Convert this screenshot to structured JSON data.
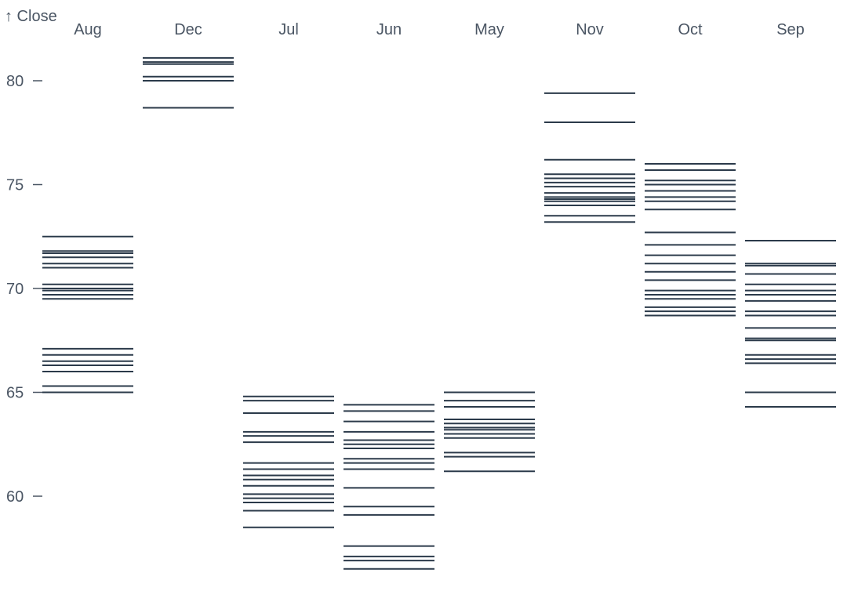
{
  "chart_data": {
    "type": "tickplot",
    "title": "",
    "ylabel": "↑ Close",
    "xlabel": "",
    "categories": [
      "Aug",
      "Dec",
      "Jul",
      "Jun",
      "May",
      "Nov",
      "Oct",
      "Sep"
    ],
    "y_ticks": [
      60,
      65,
      70,
      75,
      80
    ],
    "ylim": [
      56.5,
      82
    ],
    "grid": false,
    "mark_color": "#2b3a4a",
    "axis_color": "#4a5563",
    "series": [
      {
        "name": "Aug",
        "values": [
          72.5,
          71.8,
          71.7,
          71.5,
          71.2,
          71.0,
          70.2,
          70.0,
          69.9,
          69.7,
          69.5,
          67.1,
          66.8,
          66.5,
          66.3,
          66.0,
          65.3,
          65.0
        ]
      },
      {
        "name": "Dec",
        "values": [
          81.1,
          80.9,
          80.8,
          80.2,
          80.0,
          78.7
        ]
      },
      {
        "name": "Jul",
        "values": [
          64.8,
          64.6,
          64.0,
          63.1,
          62.9,
          62.6,
          61.6,
          61.3,
          61.0,
          60.8,
          60.5,
          60.1,
          59.9,
          59.7,
          59.3,
          58.5
        ]
      },
      {
        "name": "Jun",
        "values": [
          64.4,
          64.1,
          63.6,
          63.1,
          62.7,
          62.5,
          62.3,
          61.8,
          61.6,
          61.3,
          60.4,
          59.5,
          59.1,
          57.6,
          57.1,
          56.9,
          56.5
        ]
      },
      {
        "name": "May",
        "values": [
          65.0,
          64.6,
          64.3,
          63.7,
          63.5,
          63.3,
          63.2,
          63.0,
          62.8,
          62.1,
          61.9,
          61.2
        ]
      },
      {
        "name": "Nov",
        "values": [
          79.4,
          78.0,
          76.2,
          75.5,
          75.3,
          75.1,
          74.9,
          74.6,
          74.4,
          74.3,
          74.2,
          74.0,
          73.5,
          73.2
        ]
      },
      {
        "name": "Oct",
        "values": [
          76.0,
          75.7,
          75.2,
          75.0,
          74.7,
          74.4,
          74.2,
          73.8,
          72.7,
          72.1,
          71.6,
          71.2,
          70.8,
          70.4,
          69.9,
          69.7,
          69.5,
          69.1,
          68.9,
          68.7
        ]
      },
      {
        "name": "Sep",
        "values": [
          72.3,
          71.2,
          71.1,
          70.7,
          70.2,
          69.9,
          69.7,
          69.4,
          68.9,
          68.7,
          68.1,
          67.6,
          67.5,
          66.8,
          66.6,
          66.4,
          65.0,
          64.3
        ]
      }
    ]
  }
}
